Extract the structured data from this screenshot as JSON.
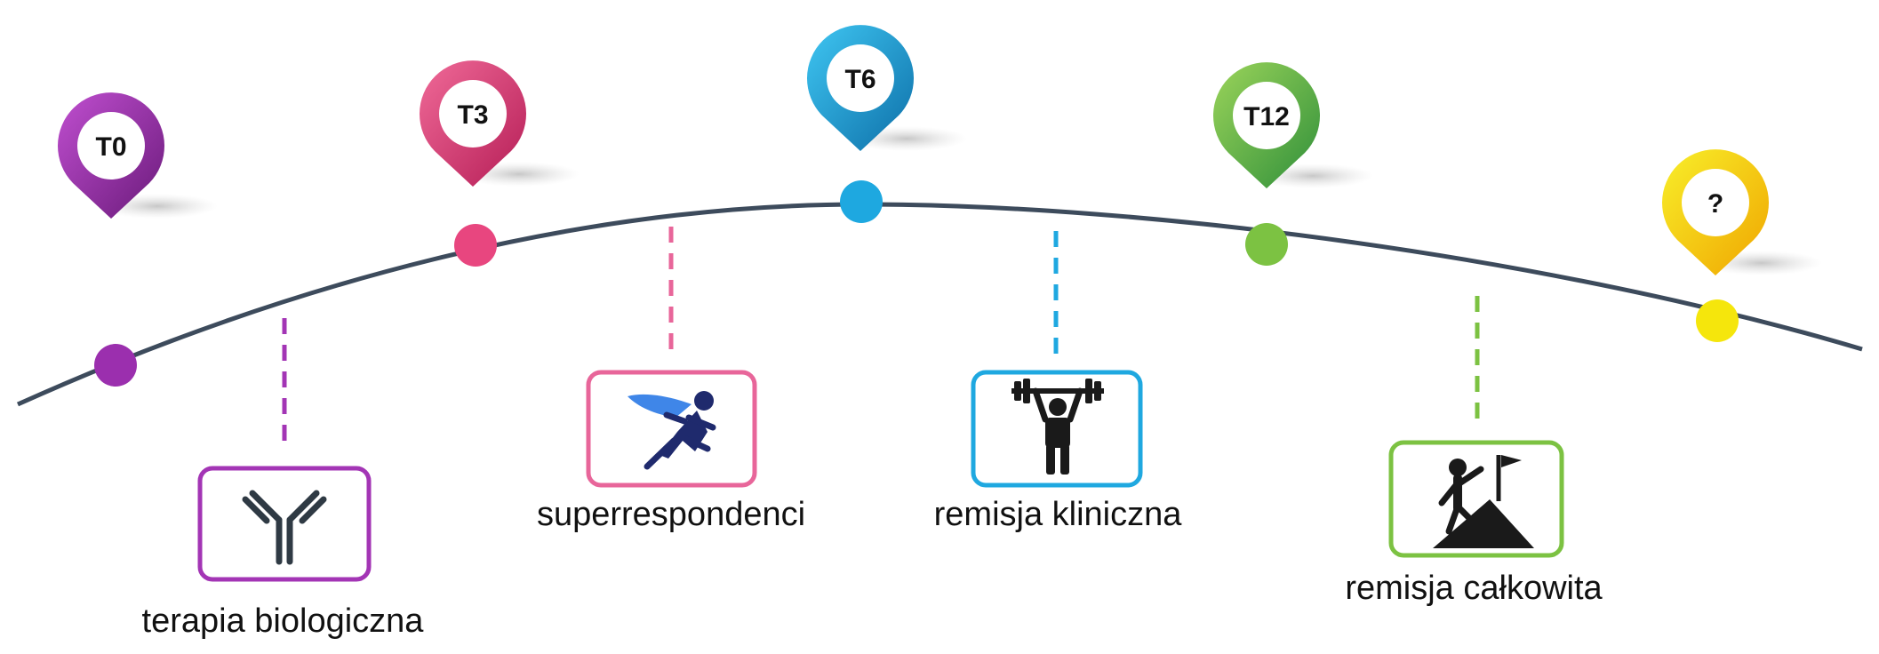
{
  "milestones": [
    {
      "label": "T0",
      "color": "#9b2fae",
      "dark": "#6a1a7a"
    },
    {
      "label": "T3",
      "color": "#e8467f",
      "dark": "#b51d56"
    },
    {
      "label": "T6",
      "color": "#1ea8e0",
      "dark": "#0d6fa8"
    },
    {
      "label": "T12",
      "color": "#7cc242",
      "dark": "#2f8f3a"
    },
    {
      "label": "?",
      "color": "#f5e60c",
      "dark": "#f0a500"
    }
  ],
  "stages": [
    {
      "label": "terapia biologiczna",
      "color": "#a335b5",
      "icon": "antibody-icon"
    },
    {
      "label": "superrespondenci",
      "color": "#e8669a",
      "icon": "running-superhero-icon"
    },
    {
      "label": "remisja kliniczna",
      "color": "#1fa8e0",
      "icon": "weightlifter-icon"
    },
    {
      "label": "remisja całkowita",
      "color": "#7cc242",
      "icon": "mountain-summit-flag-icon"
    }
  ],
  "curve_color": "#3d4b5c"
}
